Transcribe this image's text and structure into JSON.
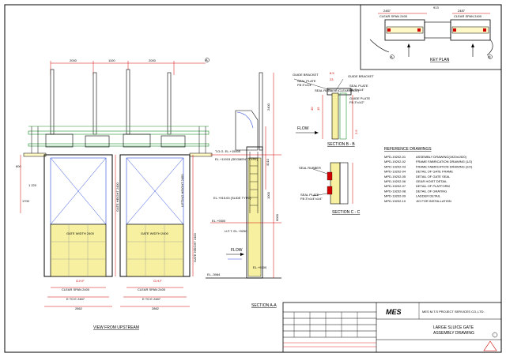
{
  "colors": {
    "frame": "#000000",
    "dimension": "#d00000",
    "hatch": "#2a49d8",
    "steel": "#1a8f2a",
    "gate_fill": "#fff9c8",
    "leaf_fill": "#f6f0a0"
  },
  "key_plan": {
    "title": "KEY PLAN",
    "left_span_dim": "2487",
    "left_clear_label": "CLEAR SPAN 2400",
    "middle_dim": "913",
    "right_span_dim": "2487",
    "right_clear_label": "CLEAR SPAN 2400",
    "marker_left": "A",
    "marker_right": "B"
  },
  "upstream_view": {
    "title": "VIEW FROM UPSTREAM",
    "top_dims": [
      "2000",
      "1100",
      "2000"
    ],
    "gate_labels": [
      "GATE WIDTH 2400",
      "GATE WIDTH 2400"
    ],
    "clear_span_labels": [
      "CLEAR SPAN 2400",
      "CLEAR SPAN 2400"
    ],
    "centre_labels": [
      "E TO E 2487",
      "E TO E 2487"
    ],
    "bottom_labels": [
      "2862",
      "2862"
    ],
    "side_labels": [
      "600",
      "1 220",
      "1700"
    ],
    "vertical_labels": [
      "GATE HEIGHT 2400",
      "LIFTING HEIGHT 2450",
      "GATE HEIGHT 2400"
    ],
    "gate_marks": [
      "G.H.F",
      "G.H.F"
    ],
    "section_marker": "A"
  },
  "section_aa": {
    "title": "SECTION A-A",
    "flow_label": "FLOW",
    "level_labels": [
      "T.O.G. EL.+15005",
      "EL.+11915 (SEGMENT TYPE)",
      "EL.+915.00 (SLIDE TYPE)",
      "EL.+9300",
      "U.F.T. EL.+9250",
      "EL.+9300",
      "EL.-3984"
    ],
    "dims": [
      "2400",
      "3210",
      "1000",
      "6000"
    ]
  },
  "section_bb": {
    "title": "SECTION B - B",
    "flow_label": "FLOW",
    "labels": [
      "GUIDE BRACKET",
      "SEAL PLATE",
      "FB 3\"x1/4\"",
      "SEAL RUBBER (CLEARANCE)",
      "GUIDE BRACKET",
      "SEAL PLATE",
      "FB 3\"x1/4\"",
      "GUIDE PLATE",
      "FB 3\"x1/2\""
    ],
    "dims": [
      "8.5",
      "23",
      "40",
      "15",
      "2.5"
    ]
  },
  "section_cc": {
    "title": "SECTION C - C",
    "labels": [
      "SEAL RUBBER",
      "SEAL PLATE",
      "FB 3\"x1/4\"x1/4\""
    ]
  },
  "reference_drawings": {
    "title": "REFERENCE DRAWINGS",
    "rows": [
      {
        "no": "MPD-19202-01",
        "desc": "ASSEMBLY DRAWING(1920x1920)"
      },
      {
        "no": "MPD-19202-02",
        "desc": "FRAME FABRICATION DRAWING (1/2)"
      },
      {
        "no": "MPD-19202-03",
        "desc": "FRAME FABRICATION DRAWING (2/2)"
      },
      {
        "no": "MPD-19202-04",
        "desc": "DETAIL OF GATE FRAME"
      },
      {
        "no": "MPD-19202-05",
        "desc": "DETAIL OF GATE SEAL"
      },
      {
        "no": "MPD-19202-06",
        "desc": "GEAR HOIST DETAIL"
      },
      {
        "no": "MPD-19202-07",
        "desc": "DETAIL OF PLATFORM"
      },
      {
        "no": "MPD-19202-08",
        "desc": "DETAIL OF GRATING"
      },
      {
        "no": "MPD-19202-09",
        "desc": "LADDER DETAIL"
      },
      {
        "no": "MPD-19202-10",
        "desc": "JIG FOR INSTALLATION"
      }
    ]
  },
  "title_block": {
    "logo": "MES",
    "company": "MES M.T.S PROJECT SERVICES CO.,LTD.",
    "drawing_title_line1": "LARGE SLUICE GATE",
    "drawing_title_line2": "ASSEMBLY DRAWING"
  }
}
